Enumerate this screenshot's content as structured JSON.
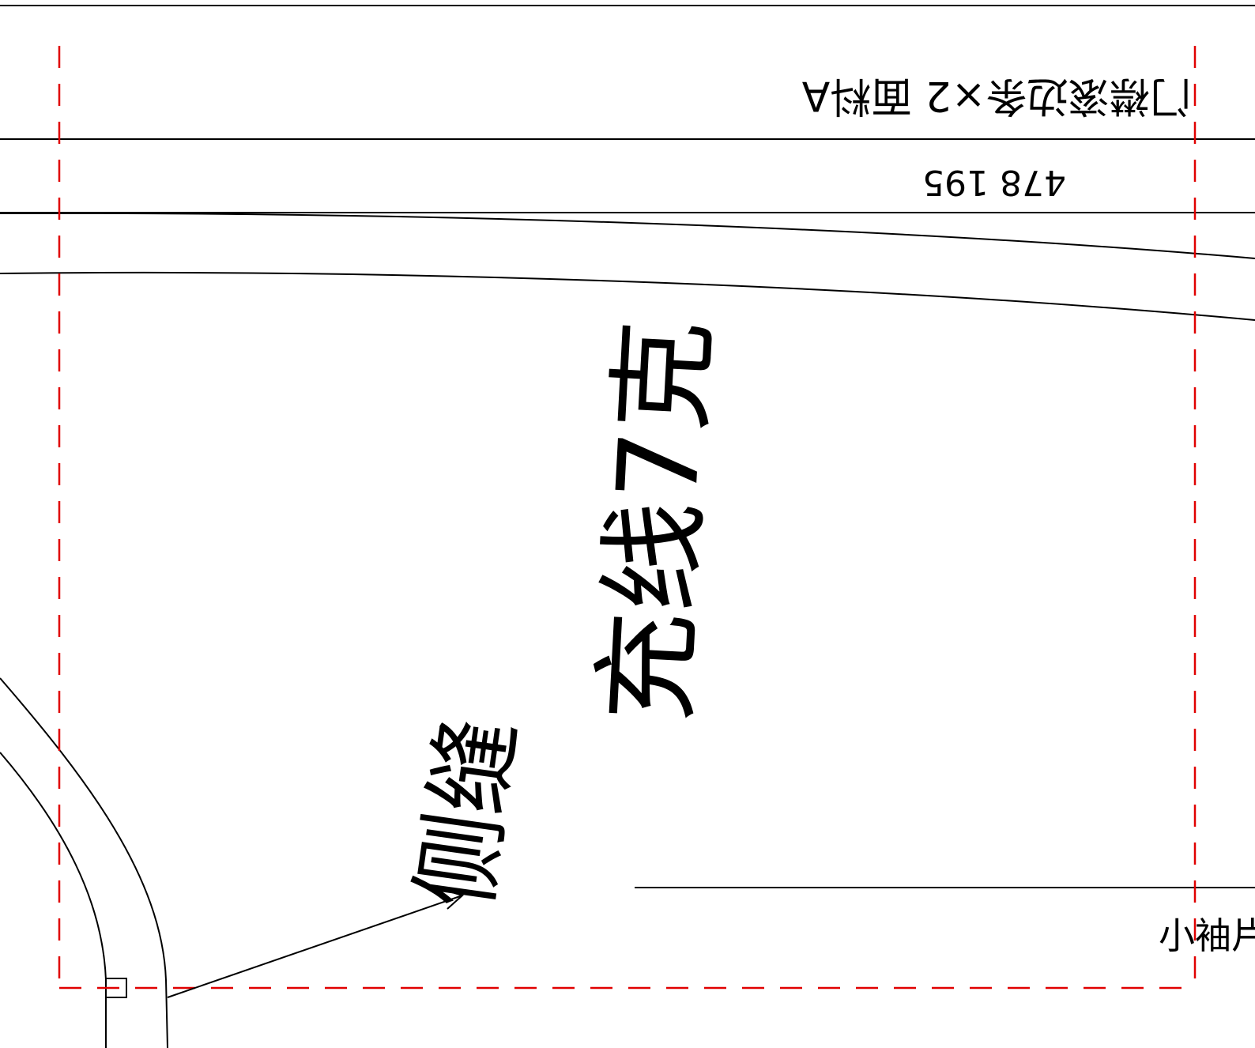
{
  "labels": {
    "placket_label": "门襟滚边条×2 面料A",
    "dimensions": "478 195",
    "hand_note_1": "充线7克",
    "hand_note_2": "侧缝",
    "cuff_label": "小袖片"
  },
  "colors": {
    "line": "#000000",
    "seam_allowance": "#e00000",
    "background": "#ffffff"
  }
}
